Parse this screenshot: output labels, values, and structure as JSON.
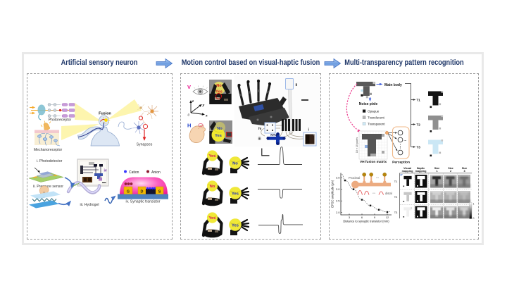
{
  "figure": {
    "panel_titles": [
      "Artificial sensory neuron",
      "Motion control based on visual-haptic fusion",
      "Multi-transparency pattern recognition"
    ]
  },
  "panel1": {
    "photoreceptor": "Photoreceptor",
    "mechanoreceptor": "Mechanoreceptor",
    "fusion": "Fusion",
    "synapses": "Synapses",
    "photodetector": "i. Photodetector",
    "pressure_sensor": "ii. Pressure sensor",
    "hydrogel": "iii. Hydrogel",
    "synaptic_transistor": "iv. Synaptic transistor",
    "chip_tag": "iv",
    "cation": "Cation",
    "anion": "Anion",
    "gate": "G",
    "drain": "D",
    "source": "S"
  },
  "panel2": {
    "visual": "V",
    "haptic": "H",
    "axis": {
      "z": "z",
      "y": "y",
      "x": "x",
      "origin": "0"
    },
    "top_photo": {
      "no": "No",
      "yes": "Yes"
    },
    "bottom_photo": {
      "no": "No",
      "yes": "Yes"
    },
    "devices": {
      "i": "i",
      "ii": "ii",
      "iii": "iii",
      "iv": "iv",
      "chip": "NTU"
    },
    "trials": [
      {
        "grip_label": "Yes",
        "hand_label": "No",
        "pulse": "positive"
      },
      {
        "grip_label": "No",
        "hand_label": "Yes",
        "pulse": "negative"
      },
      {
        "grip_label": "Yes",
        "hand_label": "Yes",
        "pulse": "biphasic"
      }
    ]
  },
  "panel3": {
    "main_body": "Main body",
    "noise_pixel": "Noise pixle",
    "legend": [
      {
        "label": "Opaque",
        "color": "#141414"
      },
      {
        "label": "Translucent",
        "color": "#b5b5b5"
      },
      {
        "label": "Transparent",
        "color": "#cde9f6"
      }
    ],
    "matrix_label": "VH fusion matrix",
    "matrix_axis": "10 × 10 pixels",
    "perception": "Perception",
    "dots": "...",
    "targets": [
      {
        "label": "T1",
        "color": "#141414"
      },
      {
        "label": "T2",
        "color": "#8f8f8f"
      },
      {
        "label": "T3",
        "color": "#cbe7f5"
      }
    ],
    "matrix_pattern": [
      "..........",
      ".TTTTTTTg.",
      ".TTTTTTT..",
      "...TTT....",
      "...TTT....",
      "..bTTT....",
      "...TTT....",
      "...TTT..g.",
      "...Tgg....",
      ".........."
    ],
    "inset": {
      "proximal": "Proximal",
      "distal": "distal"
    },
    "table": {
      "col_headers": [
        [
          "Visual",
          "mapping"
        ],
        [
          "Haptic",
          "mapping"
        ],
        [
          "Size",
          "1"
        ],
        [
          "Size",
          "2"
        ],
        [
          "Size",
          "3"
        ]
      ],
      "row_headers": [
        "T1",
        "T2",
        "T3"
      ],
      "colorbar_top": "1",
      "colorbar_bottom": "0"
    }
  },
  "chart_data": {
    "type": "scatter",
    "x": [
      2,
      4,
      6,
      8,
      10,
      12
    ],
    "y": [
      3.38,
      3.0,
      2.55,
      2.3,
      2.12,
      2.02
    ],
    "title": "",
    "xlabel": "Distance to synaptic transistor (mm)",
    "ylabel": "EPSC amplitude (μA)",
    "xticks": [
      3,
      6,
      9,
      12
    ],
    "yticks": [
      "2.0",
      "2.5",
      "3.0",
      "3.5"
    ],
    "xlim": [
      1,
      13
    ],
    "ylim": [
      1.9,
      3.7
    ],
    "marker": "square",
    "fit_line": "dashed",
    "grid": false,
    "legend": "none"
  }
}
